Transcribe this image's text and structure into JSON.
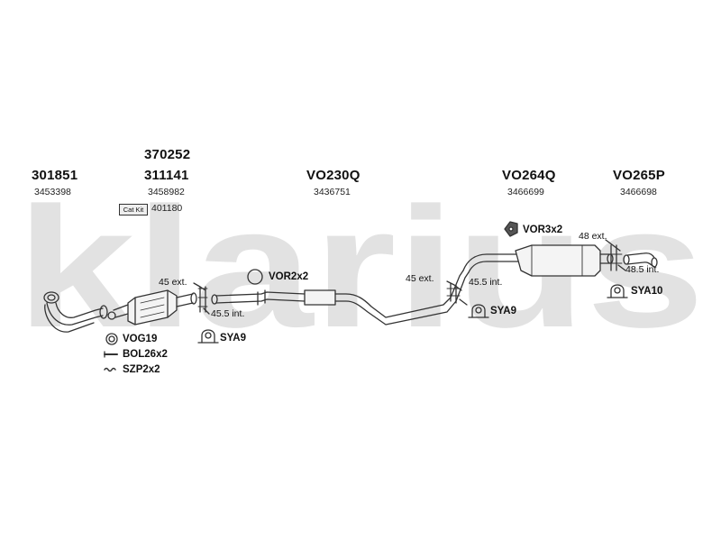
{
  "watermark": {
    "text": "klarius",
    "color": "#e2e2e2"
  },
  "sections": [
    {
      "code": "301851",
      "ref": "3453398"
    },
    {
      "code_top": "370252",
      "code": "311141",
      "ref": "3458982"
    },
    {
      "code": "VO230Q",
      "ref": "3436751"
    },
    {
      "code": "VO264Q",
      "ref": "3466699"
    },
    {
      "code": "VO265P",
      "ref": "3466698"
    }
  ],
  "cat_kit": {
    "label": "Cat Kit",
    "number": "401180"
  },
  "joint_labels": {
    "j1_ext": "45 ext.",
    "j1_int": "45.5 int.",
    "j2_ext": "45 ext.",
    "j2_int": "45.5 int.",
    "j3_ext": "48 ext.",
    "j3_int": "48.5 int."
  },
  "fitting_parts": {
    "vog": "VOG19",
    "bol": "BOL26x2",
    "szp": "SZP2x2",
    "sya1": "SYA9",
    "vor_ring": "VOR2x2",
    "sya2": "SYA9",
    "vor_rubber": "VOR3x2",
    "sya3": "SYA10"
  }
}
